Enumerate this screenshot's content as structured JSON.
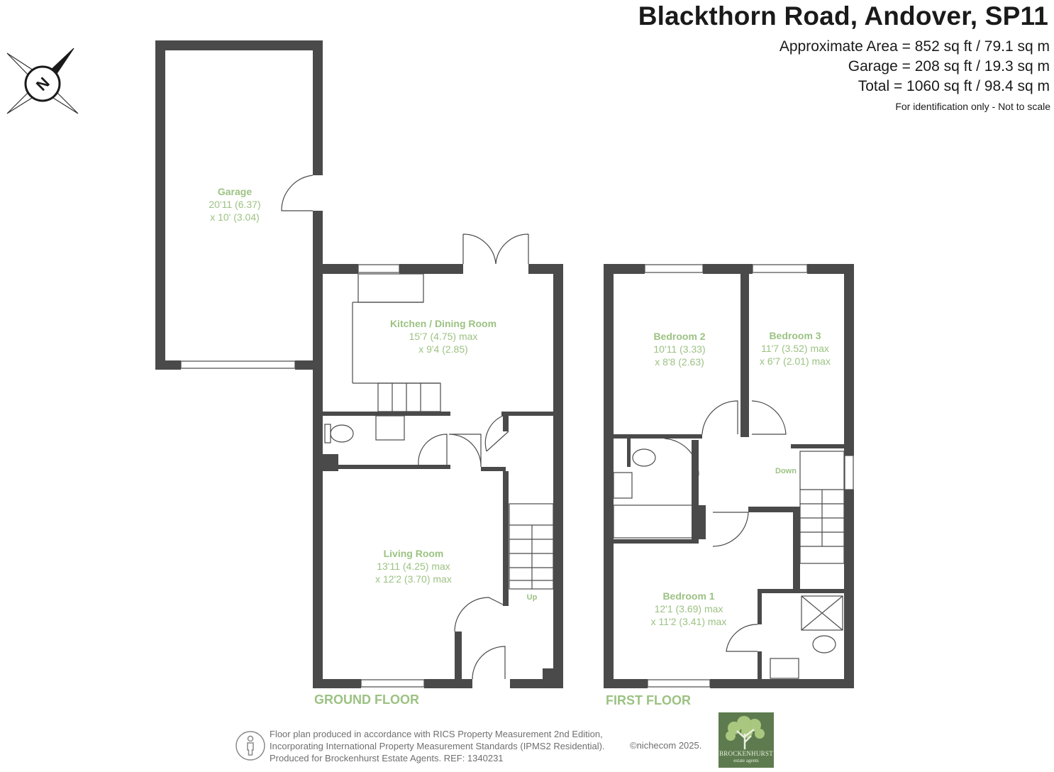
{
  "header": {
    "title": "Blackthorn Road, Andover, SP11",
    "area_lines": [
      "Approximate Area = 852 sq ft / 79.1 sq m",
      "Garage = 208 sq ft / 19.3 sq m",
      "Total = 1060 sq ft / 98.4 sq m"
    ],
    "note": "For identification only - Not to scale"
  },
  "compass": {
    "letter": "N",
    "icon": "north-arrow-icon"
  },
  "rooms": {
    "garage": {
      "name": "Garage",
      "dim1": "20'11 (6.37)",
      "dim2": "x 10' (3.04)"
    },
    "kitchen": {
      "name": "Kitchen / Dining Room",
      "dim1": "15'7 (4.75) max",
      "dim2": "x 9'4 (2.85)"
    },
    "living": {
      "name": "Living Room",
      "dim1": "13'11 (4.25) max",
      "dim2": "x 12'2 (3.70) max"
    },
    "bedroom2": {
      "name": "Bedroom 2",
      "dim1": "10'11 (3.33)",
      "dim2": "x 8'8 (2.63)"
    },
    "bedroom3": {
      "name": "Bedroom 3",
      "dim1": "11'7 (3.52) max",
      "dim2": "x 6'7 (2.01) max"
    },
    "bedroom1": {
      "name": "Bedroom 1",
      "dim1": "12'1 (3.69) max",
      "dim2": "x 11'2 (3.41) max"
    }
  },
  "stairs": {
    "up": "Up",
    "down": "Down"
  },
  "floors": {
    "ground": "GROUND FLOOR",
    "first": "FIRST FLOOR"
  },
  "footer": {
    "lines": [
      "Floor plan produced in accordance with RICS Property Measurement 2nd Edition,",
      "Incorporating International Property Measurement Standards (IPMS2 Residential).",
      "Produced for Brockenhurst Estate Agents.   REF: 1340231"
    ],
    "copyright": "©nichecom 2025.",
    "logo_name": "BROCKENHURST",
    "logo_sub": "estate agents"
  },
  "colors": {
    "wall": "#4a4a4a",
    "label": "#9cc283",
    "logo_bg": "#5e7b4f"
  }
}
